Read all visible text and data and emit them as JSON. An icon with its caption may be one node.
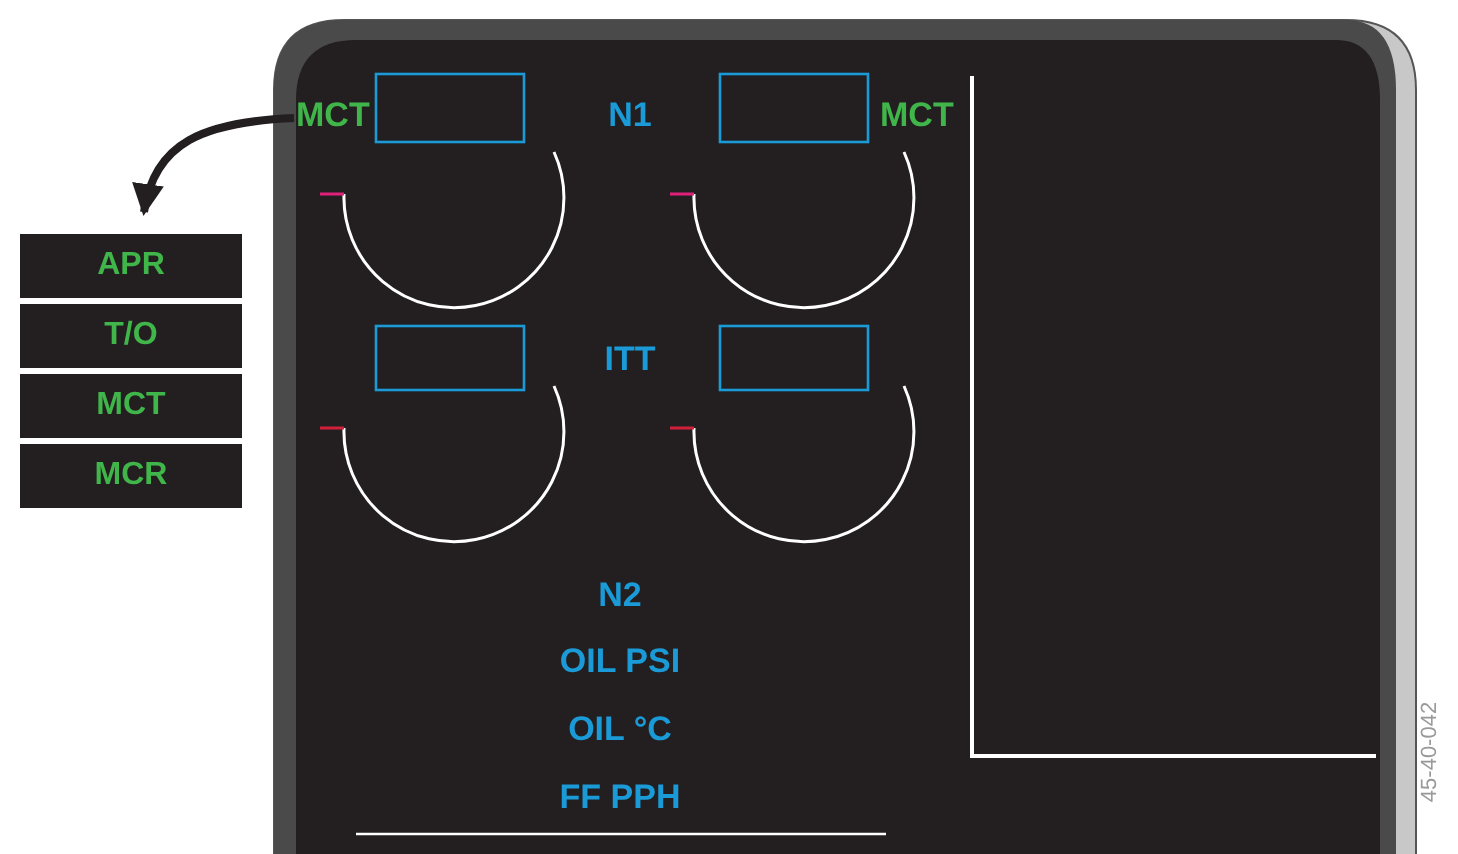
{
  "diagram": {
    "nodes": [
      {
        "text": [
          "MCT"
        ]
      },
      {
        "text": [
          "APR"
        ]
      },
      {
        "text": [
          "T/O"
        ]
      },
      {
        "text": [
          "MCT"
        ]
      },
      {
        "text": [
          "MCR"
        ]
      }
    ],
    "edges": [
      {
        "from": 0,
        "to": 1,
        "arrow": "to"
      }
    ],
    "labels": [
      "N1",
      "MCT",
      "ITT",
      "N2",
      "OIL PSI",
      "OIL °C",
      "FF PPH",
      "45-40-042"
    ]
  }
}
